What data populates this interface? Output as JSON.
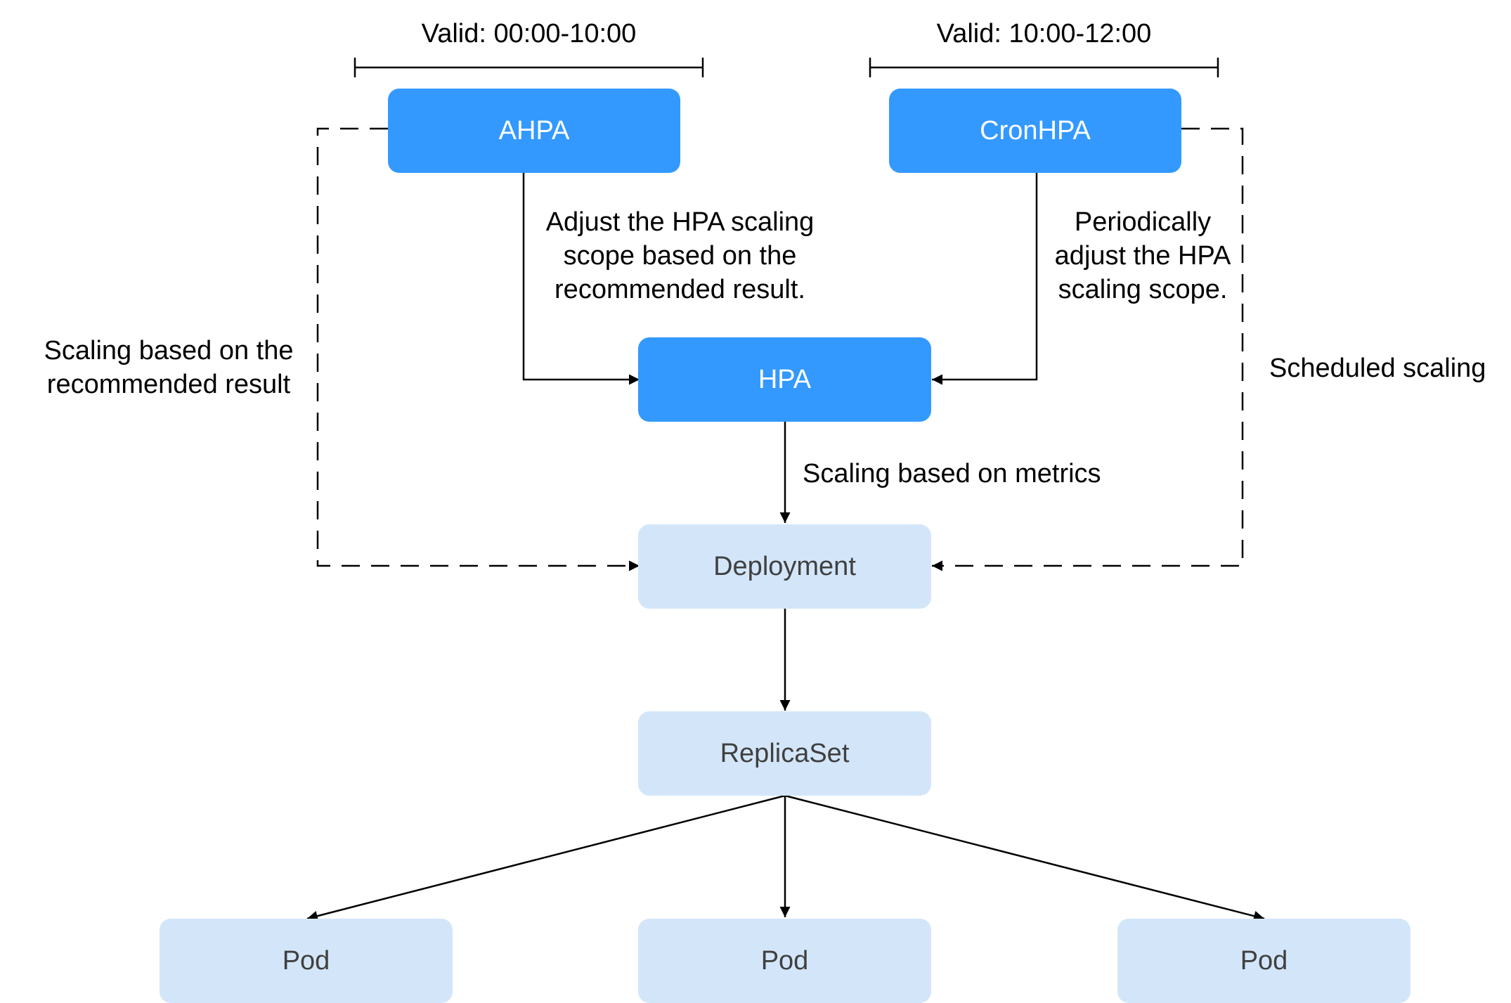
{
  "colors": {
    "primary_node": "#3399ff",
    "secondary_node": "#d3e6f9",
    "primary_text": "#ffffff",
    "secondary_text": "#404040",
    "line": "#000000"
  },
  "ranges": {
    "ahpa_valid": "Valid: 00:00-10:00",
    "cronhpa_valid": "Valid: 10:00-12:00"
  },
  "nodes": {
    "ahpa": "AHPA",
    "cronhpa": "CronHPA",
    "hpa": "HPA",
    "deployment": "Deployment",
    "replicaset": "ReplicaSet",
    "pod_left": "Pod",
    "pod_center": "Pod",
    "pod_right": "Pod"
  },
  "edge_labels": {
    "ahpa_to_hpa": [
      "Adjust the HPA scaling",
      "scope based on the",
      "recommended result."
    ],
    "cronhpa_to_hpa": [
      "Periodically",
      "adjust the HPA",
      "scaling scope."
    ],
    "ahpa_to_deployment": [
      "Scaling based on the",
      "recommended result"
    ],
    "cronhpa_to_deployment": "Scheduled scaling",
    "hpa_to_deployment": "Scaling based on metrics"
  }
}
